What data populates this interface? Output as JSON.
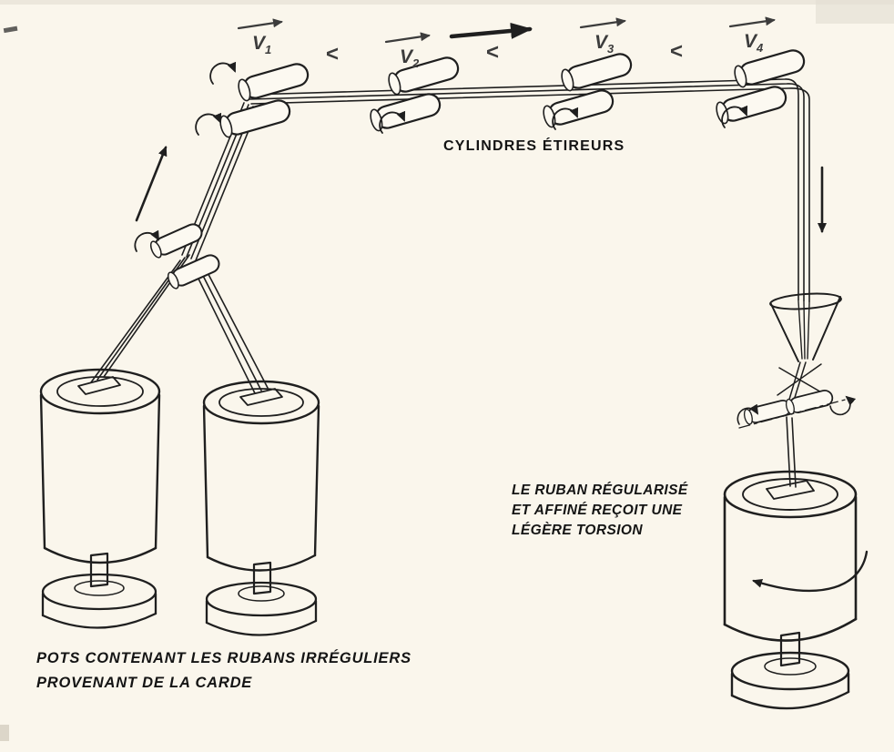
{
  "colors": {
    "paper": "#faf6ec",
    "ink": "#1f1f1f",
    "pencil": "#3c3c3c"
  },
  "speed_labels": [
    {
      "base": "V",
      "sub": "1"
    },
    {
      "base": "V",
      "sub": "2"
    },
    {
      "base": "V",
      "sub": "3"
    },
    {
      "base": "V",
      "sub": "4"
    }
  ],
  "inequality_signs": [
    "<",
    "<",
    "<"
  ],
  "captions": {
    "cylinders": "CYLINDRES ÉTIREURS",
    "ruban": [
      "LE RUBAN RÉGULARISÉ",
      "ET AFFINÉ REÇOIT UNE",
      "LÉGÈRE TORSION"
    ],
    "pots": [
      "POTS CONTENANT LES RUBANS IRRÉGULIERS",
      "PROVENANT DE LA CARDE"
    ]
  }
}
